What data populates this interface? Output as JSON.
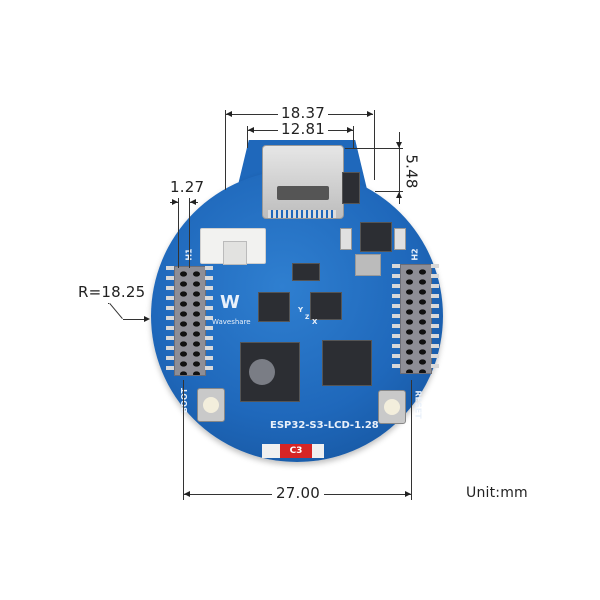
{
  "board": {
    "name": "ESP32-S3-LCD-1.28",
    "brand": "Waveshare",
    "header_left": "H1",
    "header_right": "H2",
    "button_left": "BOOT",
    "button_right": "RESET",
    "marking": "C3",
    "axis_labels": {
      "x": "X",
      "y": "Y",
      "z": "Z"
    },
    "colors": {
      "pcb": "#1f68bb",
      "pcb_dark": "#134e94",
      "label_red": "#d62525"
    }
  },
  "dimensions": {
    "outer_width": "18.37",
    "inner_width": "12.81",
    "usb_depth": "5.48",
    "pin_pitch": "1.27",
    "radius": "R=18.25",
    "total_width": "27.00",
    "unit": "Unit:mm"
  }
}
